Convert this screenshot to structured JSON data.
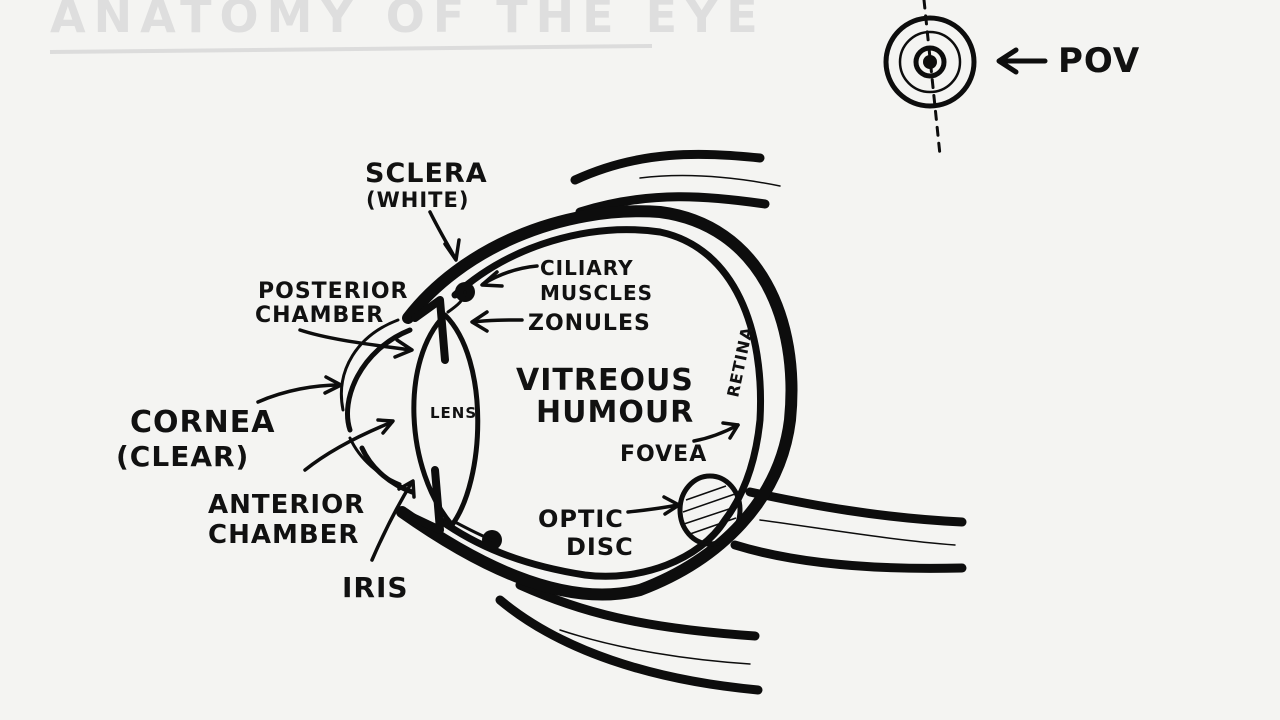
{
  "title": "ANATOMY OF THE EYE",
  "pov_label": "POV",
  "labels": {
    "sclera": "SCLERA",
    "sclera_sub": "(WHITE)",
    "ciliary_1": "CILIARY",
    "ciliary_2": "MUSCLES",
    "zonules": "ZONULES",
    "posterior_1": "POSTERIOR",
    "posterior_2": "CHAMBER",
    "vitreous_1": "VITREOUS",
    "vitreous_2": "HUMOUR",
    "retina": "RETINA",
    "lens": "LENS",
    "cornea": "CORNEA",
    "cornea_sub": "(CLEAR)",
    "fovea": "FOVEA",
    "anterior_1": "ANTERIOR",
    "anterior_2": "CHAMBER",
    "optic_1": "OPTIC",
    "optic_2": "DISC",
    "iris": "IRIS"
  },
  "icons": {
    "pov_eye": "front-view-eye-icon",
    "pov_arrow": "arrow-left-icon"
  },
  "colors": {
    "ink": "#0d0d0d",
    "paper": "#f4f4f2",
    "faded_title": "#dedede"
  }
}
